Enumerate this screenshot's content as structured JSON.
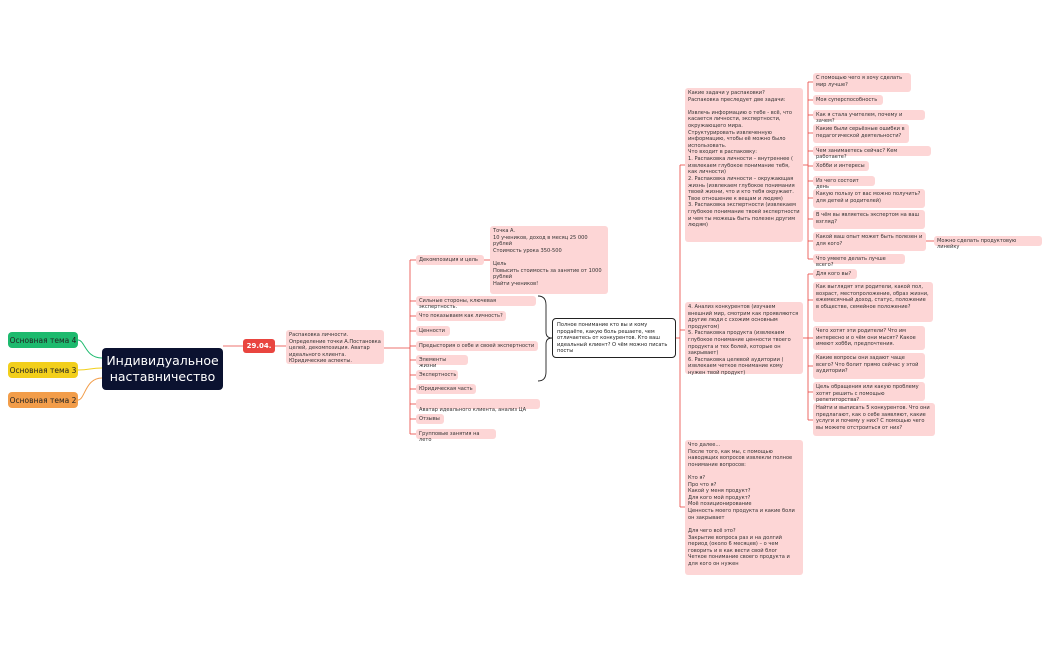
{
  "root": {
    "label": "Индивидуальное\nнаставничество"
  },
  "topics": [
    {
      "label": "Основная тема 4",
      "color": "#1dba6e"
    },
    {
      "label": "Основная тема 3",
      "color": "#f2cf1b"
    },
    {
      "label": "Основная тема 2",
      "color": "#f29d4a"
    }
  ],
  "date_node": {
    "label": "29.04."
  },
  "lesson": {
    "label": "Распаковка личности. Определение точки А.Постановка целей, декомпозиция. Аватар идеального клиента. Юридические аспекты."
  },
  "branches": [
    {
      "label": "Декомпозиция и цель"
    },
    {
      "label": "Сильные стороны, ключевая экспертность."
    },
    {
      "label": "Что показываем как личность?"
    },
    {
      "label": "Ценности"
    },
    {
      "label": "Предыстория о себе и своей экспертности"
    },
    {
      "label": "Элементы жизни"
    },
    {
      "label": "Экспертность"
    },
    {
      "label": "Юридическая часть"
    },
    {
      "label": "Аватар идеального клиента, анализ ЦА",
      "has_link_icon": true
    },
    {
      "label": "Отзывы"
    },
    {
      "label": "Групповые занятия на лето"
    }
  ],
  "point_a": {
    "label": "Точка А.\n10 учеников, доход в месяц 25 000 рублей\nСтоимость урока 350-500\n\nЦель\nПовысить стоимость за занятие от 1000 рублей\nНайти учеников!"
  },
  "center_box": {
    "label": "Полное понимание кто вы и кому продаёте, какую боль решаете, чем отличаетесь от конкурентов. Кто ваш идеальный клиент? О чём можно писать посты"
  },
  "tasks_block": {
    "label": "Какие задачи у распаковки?\nРаспаковка преследует две задачи:\n\nИзвлечь информацию о тебе - всё, что касается личности, экспертности, окружающего мира.\nСтруктурировать извлеченную информацию, чтобы её можно было использовать.\nЧто входит в распаковку:\n1. Распаковка личности – внутреннее ( извлекаем глубокое понимание тебя, как личности)\n2. Распаковка личности – окружающая жизнь (извлекаем глубокое понимания твоей жизни, что и кто тебя окружает. Твое отношение к вещам и людям)\n3. Распаковка экспертности (извлекаем глубокое понимание твоей экспертности и чем ты можешь быть полезен другим людям)"
  },
  "questions": [
    {
      "label": "С помощью чего я хочу сделать мир лучше?"
    },
    {
      "label": "Моя суперспособность"
    },
    {
      "label": "Как я стала учителем, почему и зачем?"
    },
    {
      "label": "Какие были серьёзные  ошибки в педагогической деятельности?"
    },
    {
      "label": "Чем занимаетесь сейчас? Кем работаете?"
    },
    {
      "label": "Хобби и интересы"
    },
    {
      "label": "Из чего состоит день"
    },
    {
      "label": "Какую пользу от вас можно получить? для детей и родителей)"
    },
    {
      "label": "В чём вы являетесь экспертом на ваш взгляд?"
    },
    {
      "label": "Какой ваш опыт может быть полезен и для кого?"
    },
    {
      "label": "Что умеете делать лучше всего?"
    }
  ],
  "product_line": {
    "label": "Можно сделать продуктовую линейку"
  },
  "analysis_block": {
    "label": "4. Анализ конкурентов (изучаем внешний мир, смотрим как проявляются другие люди с схожим основным продуктом)\n5. Распаковка продукта (извлекаем глубокое понимание ценности твоего продукта и тех болей, которые он закрывает)\n6. Распаковка целевой аудитории ( извлекаем четкое понимание кому нужен твой продукт)"
  },
  "audience_questions": [
    {
      "label": "Для кого вы?"
    },
    {
      "label": "Как выглядят эти родители, какой пол, возраст, местопроложение, образ жизни, ежемесячный доход, статус, положение в обществе, семейное положение?"
    },
    {
      "label": "Чего хотят эти родители? Что им интересно и о чём они мысят? Какое имеют хобби, предпочтения."
    },
    {
      "label": "Какие вопросы они задают чаще всего? Что болит прямо сейчас у этой аудитории?"
    },
    {
      "label": "Цель обращения или какую проблему хотят решить с помощью репетиторства?"
    },
    {
      "label": "Найти и выписать 5 конкурентов. Что они предлагают, как о себе заявляют, какие услуги и почему у них?  С помощью чего вы можете отстроиться от них?"
    }
  ],
  "next_block": {
    "label": "Что далее...\nПосле того, как мы, с помощью наводящих вопросов извлекли полное понимание вопросов:\n\nКто я?\nПро что я?\nКакой у меня продукт?\nДля кого мой продукт?\nМоё позиционирование\nЦенность моего продукта и какие боли он закрывает\n\nДля чего всё это?\nЗакрытие вопроса раз и на долгий период (около 6 месяцев) – о чем говорить и в как вести свой блог\nЧеткое понимание своего продукта и для кого он нужен"
  }
}
